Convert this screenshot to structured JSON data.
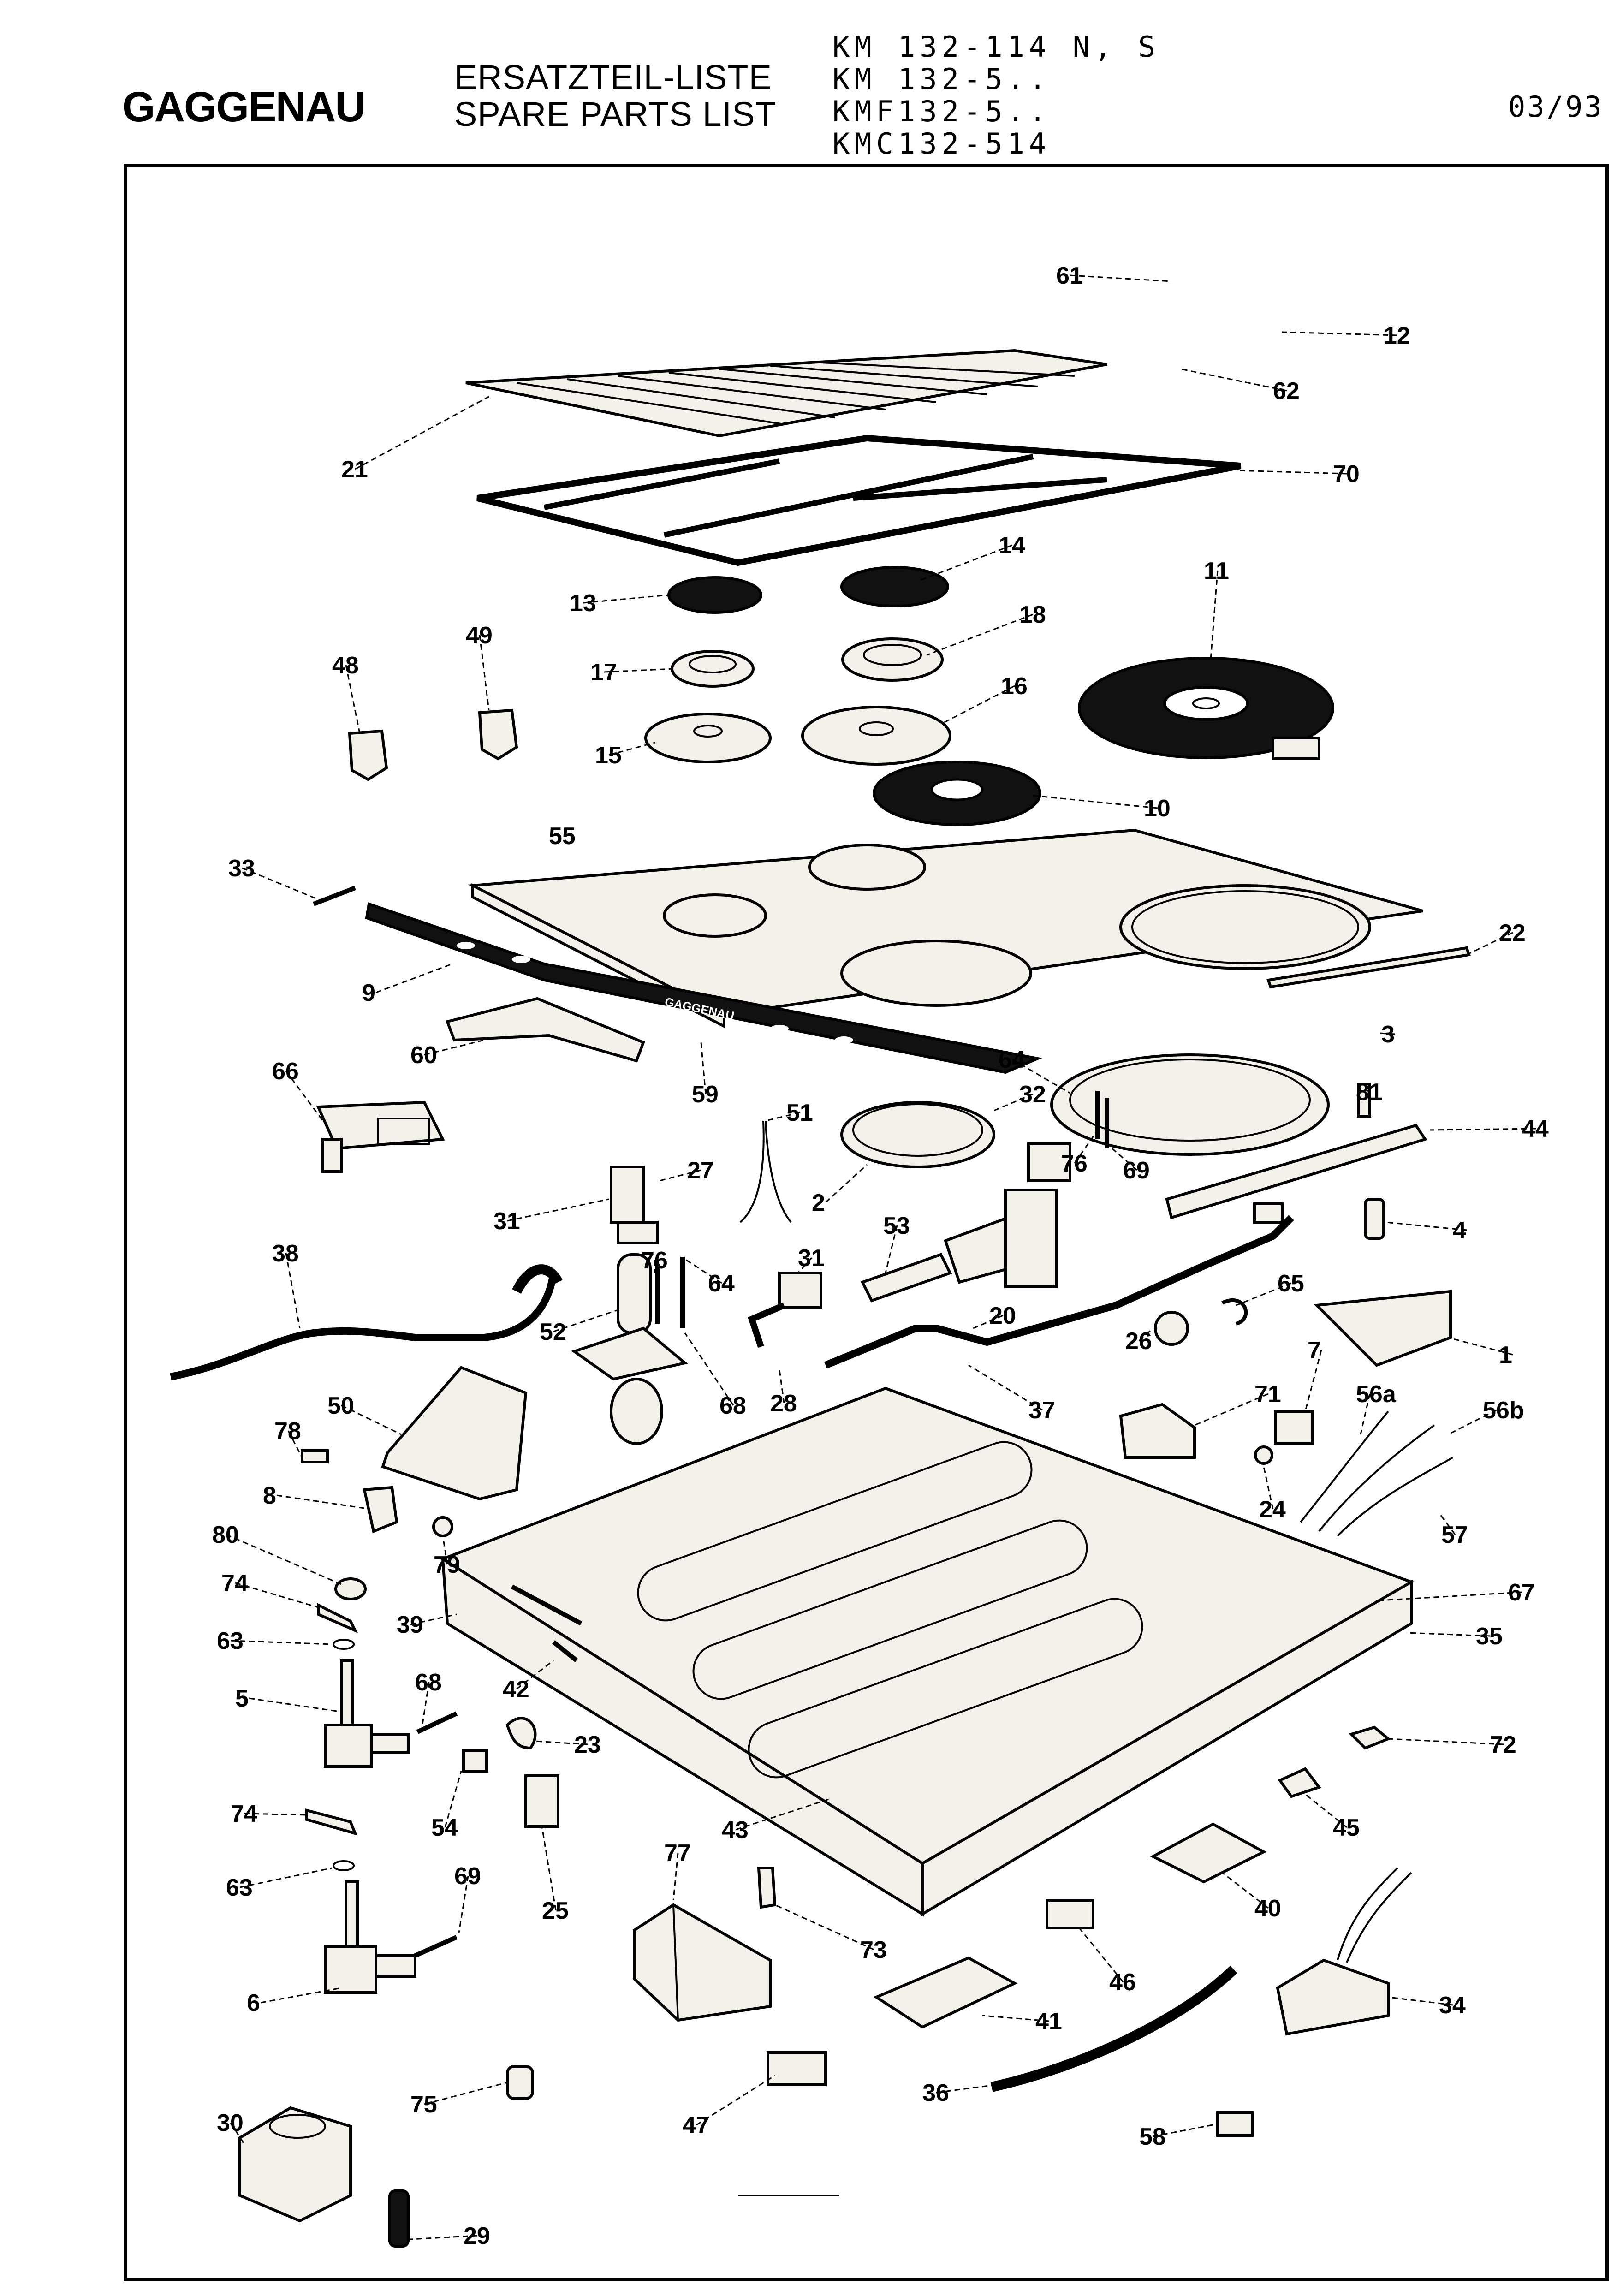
{
  "header": {
    "brand": "GAGGENAU",
    "title_de": "ERSATZTEIL-LISTE",
    "title_en": "SPARE PARTS LIST",
    "models": [
      "KM 132-114 N, S",
      "KM 132-5..",
      "KMF132-5..",
      "KMC132-514"
    ],
    "date": "03/93",
    "panel_logo": "GAGGENAU"
  },
  "callouts": [
    "61",
    "12",
    "62",
    "21",
    "70",
    "14",
    "13",
    "11",
    "18",
    "49",
    "48",
    "17",
    "16",
    "15",
    "10",
    "55",
    "33",
    "22",
    "9",
    "60",
    "64",
    "3",
    "81",
    "66",
    "59",
    "51",
    "32",
    "44",
    "27",
    "76",
    "69",
    "2",
    "4",
    "31",
    "53",
    "38",
    "64",
    "76",
    "31",
    "65",
    "52",
    "20",
    "26",
    "1",
    "28",
    "68",
    "37",
    "7",
    "50",
    "71",
    "56a",
    "56b",
    "78",
    "24",
    "8",
    "79",
    "57",
    "80",
    "74",
    "67",
    "39",
    "63",
    "35",
    "42",
    "5",
    "68",
    "23",
    "72",
    "54",
    "43",
    "45",
    "74",
    "25",
    "77",
    "40",
    "63",
    "69",
    "73",
    "46",
    "6",
    "41",
    "34",
    "75",
    "47",
    "36",
    "30",
    "58",
    "29"
  ]
}
